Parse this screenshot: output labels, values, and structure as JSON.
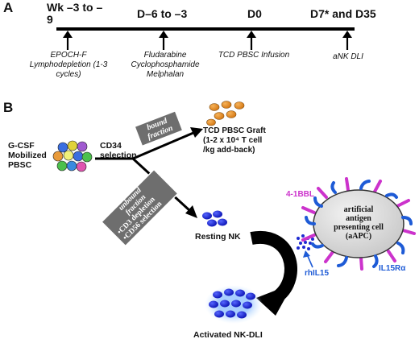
{
  "panel_a": {
    "label": "A",
    "timepoints": [
      {
        "top": "Wk –3 to –9",
        "bottom": "EPOCH-F Lymphodepletion (1-3 cycles)"
      },
      {
        "top": "D–6 to –3",
        "bottom": "Fludarabine Cyclophosphamide Melphalan"
      },
      {
        "top": "D0",
        "bottom": "TCD PBSC Infusion"
      },
      {
        "top": "D7* and D35",
        "bottom": "aNK DLI"
      }
    ]
  },
  "panel_b": {
    "label": "B",
    "source": "G-CSF Mobilized PBSC",
    "selection": "CD34 selection",
    "bound_box": "bound fraction",
    "graft_title": "TCD PBSC Graft",
    "graft_detail": "(1-2 x 10⁴ T cell /kg add-back)",
    "unbound_box": {
      "line1": "unbound",
      "line2": "fraction",
      "line3": "•CD3 depletion",
      "line4": "•CD56 selection"
    },
    "resting": "Resting NK",
    "activated": "Activated NK-DLI",
    "aapc_text": [
      "artificial",
      "antigen",
      "presenting cell",
      "(aAPC)"
    ],
    "label_41bbl": "4-1BBL",
    "label_il15ra": "IL15Rα",
    "label_rhil15": "rhIL15"
  },
  "colors": {
    "arrow": "#000000",
    "graft_cells": "#e8922a",
    "nk_cells": "#1f2bd1",
    "box_gray": "#6e6e6e",
    "magenta": "#cc33cc",
    "receptor_blue": "#1e5bd6",
    "aapc_fill": "#d7d7d7"
  }
}
